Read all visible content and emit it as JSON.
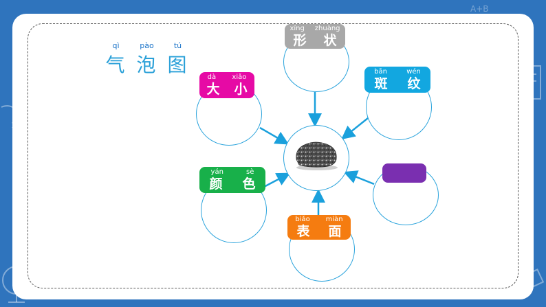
{
  "title": {
    "pinyin": [
      "qì",
      "pào",
      "tú"
    ],
    "hanzi": [
      "气",
      "泡",
      "图"
    ]
  },
  "doodles": {
    "top_right": "A+B"
  },
  "nodes": {
    "shape": {
      "pinyin": [
        "xíng",
        "zhuàng"
      ],
      "hanzi": [
        "形",
        "状"
      ],
      "color": "#a8a8a8"
    },
    "spots": {
      "pinyin": [
        "bān",
        "wén"
      ],
      "hanzi": [
        "斑",
        "纹"
      ],
      "color": "#12a7e0"
    },
    "size": {
      "pinyin": [
        "dà",
        "xiǎo"
      ],
      "hanzi": [
        "大",
        "小"
      ],
      "color": "#e60aa5"
    },
    "color_attr": {
      "pinyin": [
        "yán",
        "sè"
      ],
      "hanzi": [
        "颜",
        "色"
      ],
      "color": "#18b04a"
    },
    "surface": {
      "pinyin": [
        "biǎo",
        "miàn"
      ],
      "hanzi": [
        "表",
        "面"
      ],
      "color": "#f57c10"
    },
    "blank": {
      "color": "#7a2fb0"
    }
  },
  "center": {
    "icon": "rock-image"
  },
  "colors": {
    "background": "#2f74bd",
    "bubble_border": "#2aa3dc",
    "arrow": "#1aa0dc",
    "title": "#2aa0d8"
  }
}
